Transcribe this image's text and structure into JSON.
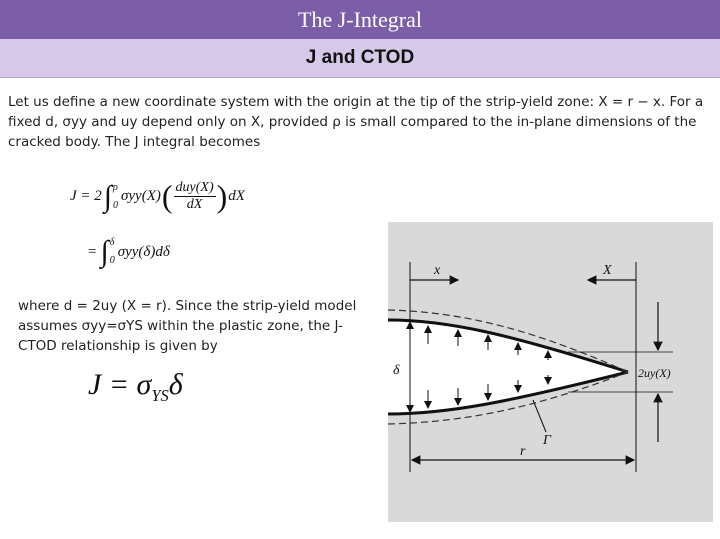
{
  "header": {
    "title": "The J-Integral",
    "subtitle": "J and CTOD"
  },
  "intro_text": "Let us define a new coordinate system with the origin at the tip of the strip-yield zone: X = r − x. For a fixed d, σyy and uy depend only on X, provided ρ is small compared to the in-plane dimensions of the cracked body. The J integral becomes",
  "equations": {
    "eq1_lhs": "J = 2",
    "eq1_int_upper": "ρ",
    "eq1_int_lower": "0",
    "eq1_integrand": "σyy(X)",
    "eq1_frac_num": "duy(X)",
    "eq1_frac_den": "dX",
    "eq1_tail": "dX",
    "eq2_lhs": "=",
    "eq2_int_upper": "δ",
    "eq2_int_lower": "0",
    "eq2_integrand": "σyy(δ)dδ"
  },
  "where_text": "where d = 2uy (X = r). Since the strip-yield model assumes σyy=σYS within the plastic zone, the J-CTOD relationship is given by",
  "result_equation": {
    "lhs": "J = σ",
    "sub": "YS",
    "tail": "δ"
  },
  "figure": {
    "label_x": "x",
    "label_X": "X",
    "label_delta": "δ",
    "label_2uy": "2uy(X)",
    "label_gamma": "Γ",
    "label_r": "r"
  }
}
